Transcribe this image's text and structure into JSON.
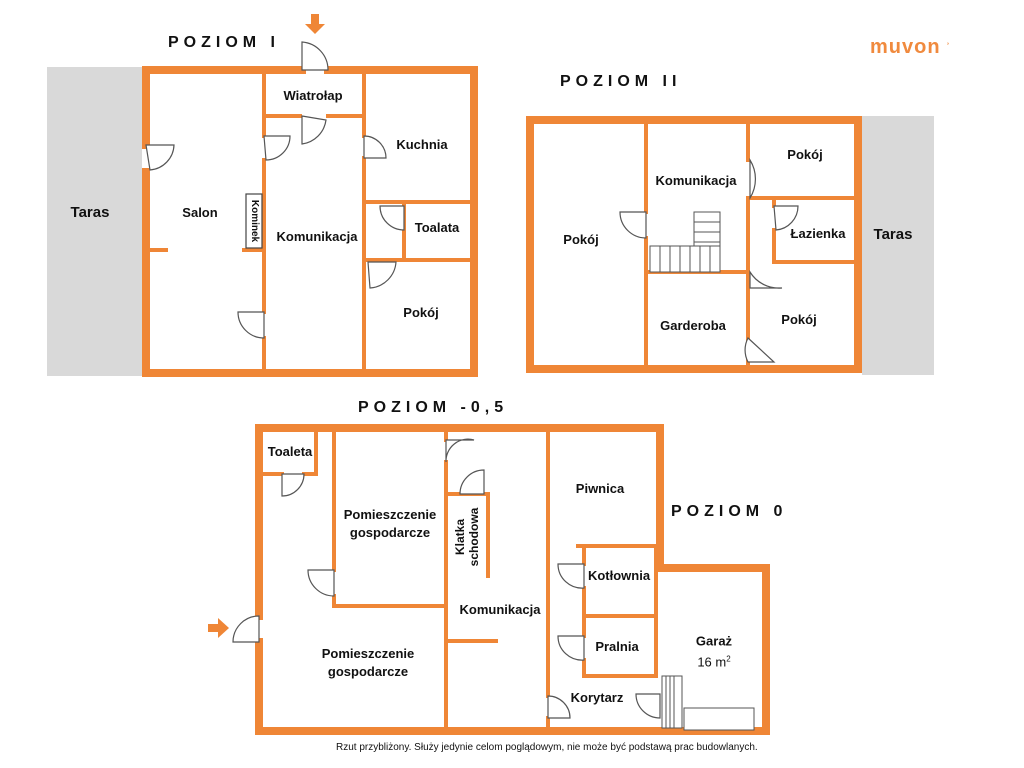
{
  "brand": {
    "logo": "muvon",
    "mark": "˒",
    "accent": "#f08a3e"
  },
  "levels": {
    "l1": "POZIOM I",
    "l2": "POZIOM II",
    "l0": "POZIOM 0",
    "lm05": "POZIOM -0,5"
  },
  "rooms": {
    "taras_left": "Taras",
    "salon": "Salon",
    "kominek": "Kominek",
    "wiatrolap": "Wiatrołap",
    "kuchnia": "Kuchnia",
    "komunikacja_l1": "Komunikacja",
    "toalata": "Toalata",
    "pokoj_l1": "Pokój",
    "pokoj_l2_left": "Pokój",
    "komunikacja_l2": "Komunikacja",
    "pokoj_l2_top": "Pokój",
    "lazienka": "Łazienka",
    "taras_right": "Taras",
    "garderoba": "Garderoba",
    "pokoj_l2_bottom": "Pokój",
    "toaleta": "Toaleta",
    "pom_gosp_top_1": "Pomieszczenie",
    "pom_gosp_top_2": "gospodarcze",
    "klatka_1": "Klatka",
    "klatka_2": "schodowa",
    "pom_gosp_bottom_1": "Pomieszczenie",
    "pom_gosp_bottom_2": "gospodarcze",
    "komunikacja_l0": "Komunikacja",
    "piwnica": "Piwnica",
    "kotlownia": "Kotłownia",
    "pralnia": "Pralnia",
    "korytarz": "Korytarz",
    "garaz": "Garaż",
    "garaz_area": "16 m",
    "garaz_area_sup": "2"
  },
  "colors": {
    "wall": "#ef8636",
    "terrace": "#d9d9d9",
    "door": "#555555"
  },
  "footer": {
    "note": "Rzut przybliżony. Służy jedynie celom poglądowym, nie może być podstawą prac budowlanych."
  }
}
